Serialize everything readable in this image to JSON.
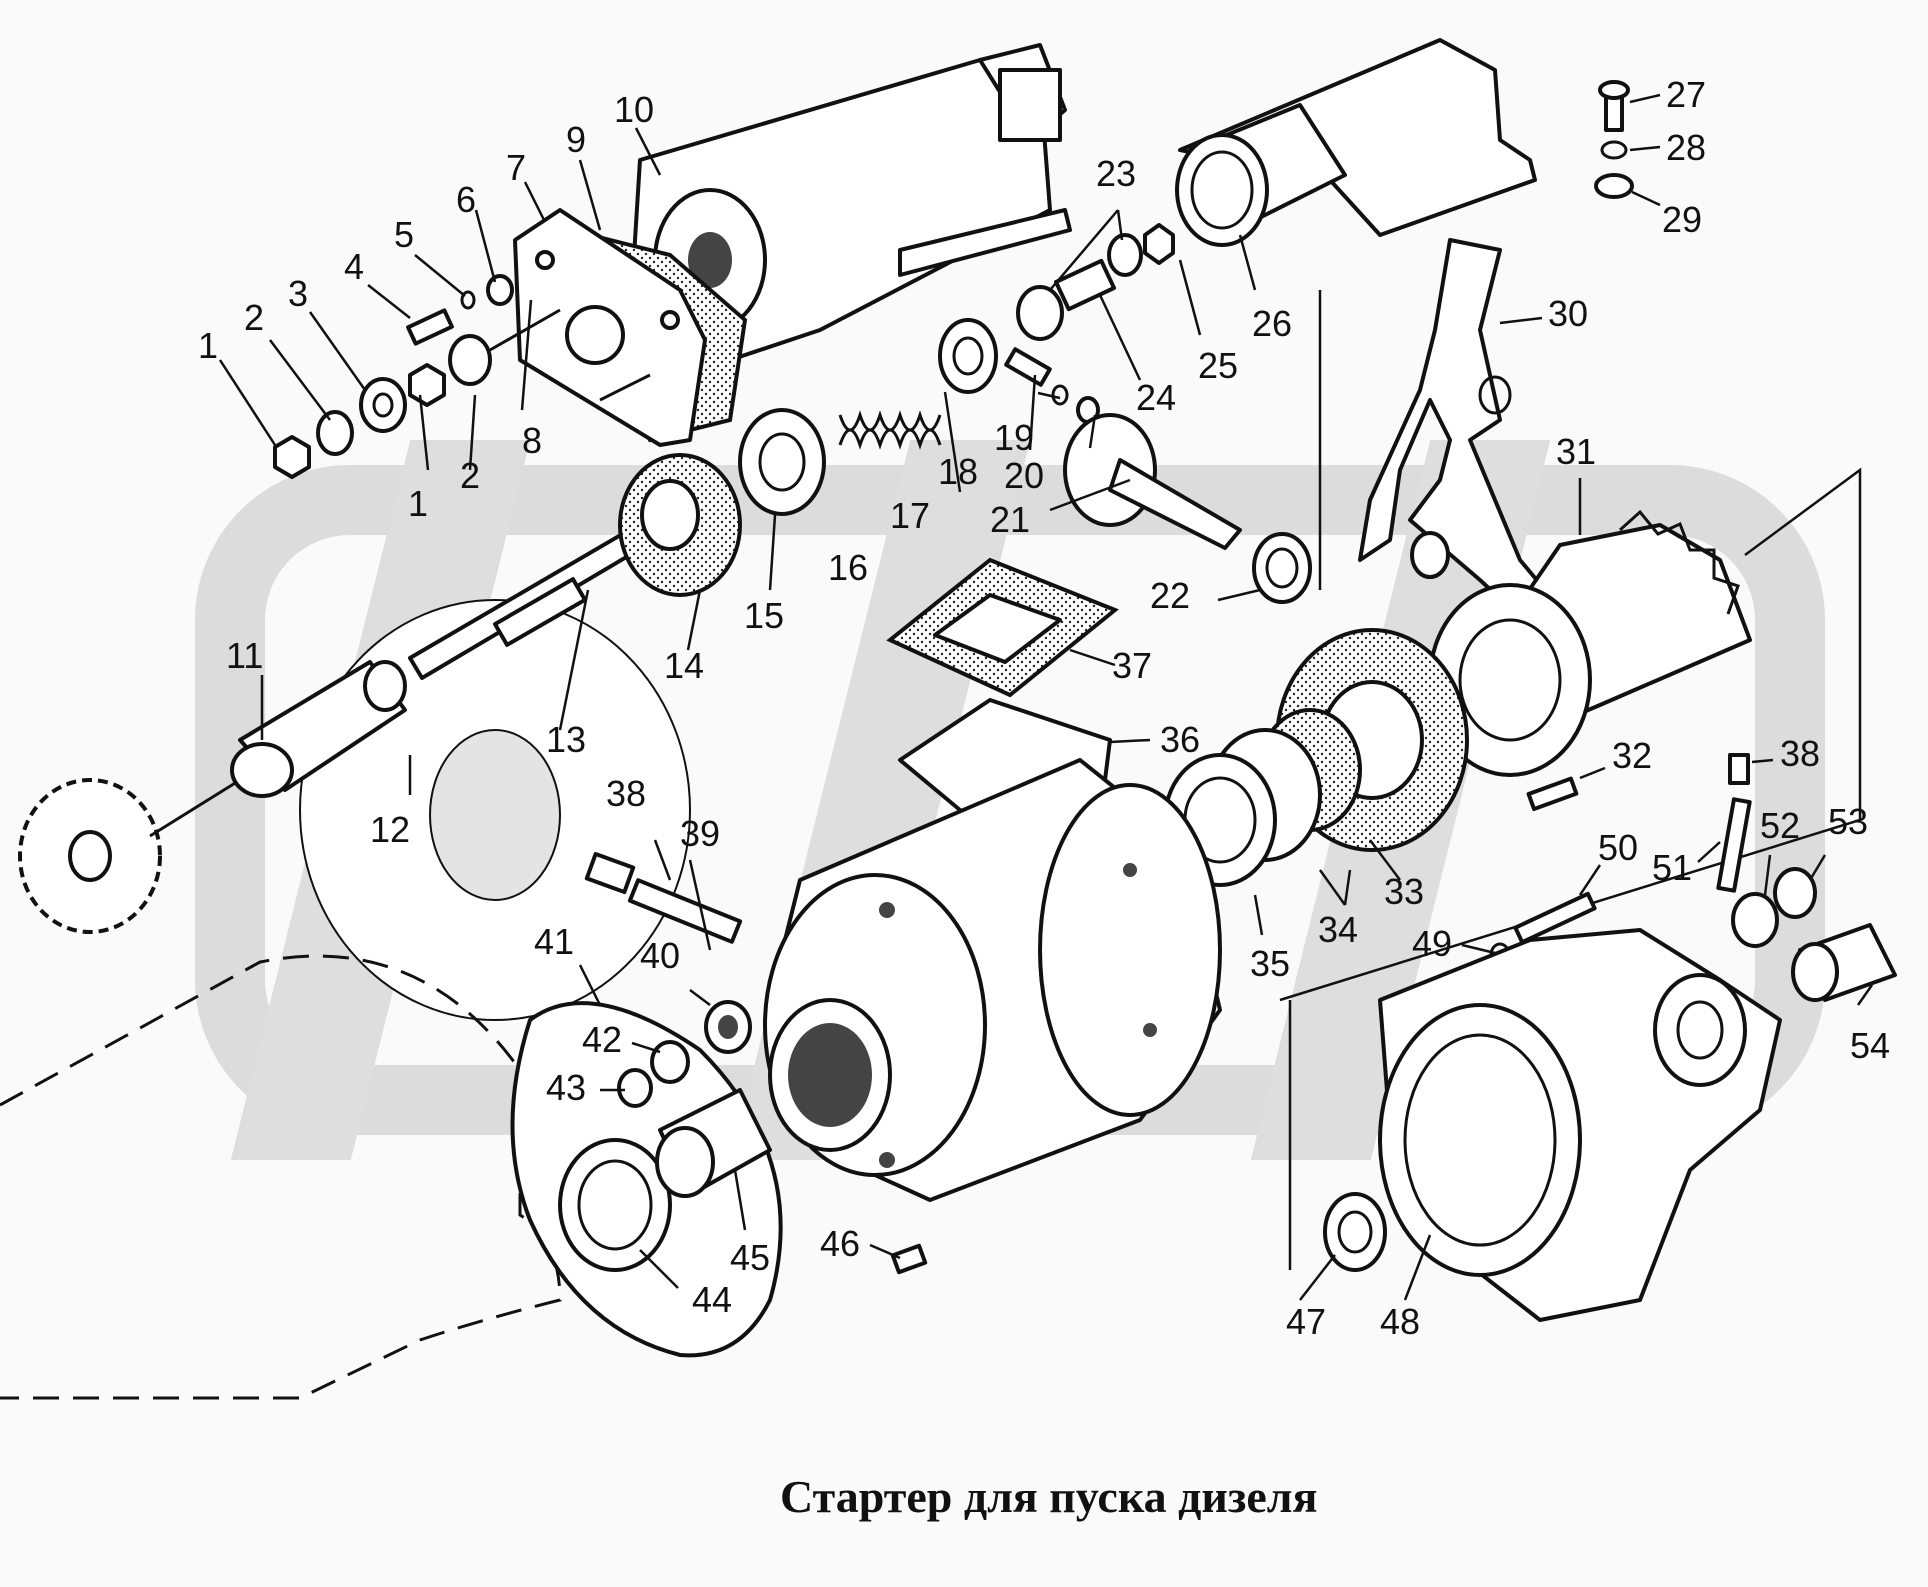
{
  "title": "Стартер для пуска дизеля",
  "callouts": [
    {
      "id": "c1a",
      "text": "1"
    },
    {
      "id": "c1b",
      "text": "1"
    },
    {
      "id": "c2a",
      "text": "2"
    },
    {
      "id": "c2b",
      "text": "2"
    },
    {
      "id": "c3",
      "text": "3"
    },
    {
      "id": "c4",
      "text": "4"
    },
    {
      "id": "c5",
      "text": "5"
    },
    {
      "id": "c6",
      "text": "6"
    },
    {
      "id": "c7",
      "text": "7"
    },
    {
      "id": "c8",
      "text": "8"
    },
    {
      "id": "c9",
      "text": "9"
    },
    {
      "id": "c10",
      "text": "10"
    },
    {
      "id": "c11",
      "text": "11"
    },
    {
      "id": "c12",
      "text": "12"
    },
    {
      "id": "c13",
      "text": "13"
    },
    {
      "id": "c14",
      "text": "14"
    },
    {
      "id": "c15",
      "text": "15"
    },
    {
      "id": "c16",
      "text": "16"
    },
    {
      "id": "c17",
      "text": "17"
    },
    {
      "id": "c18",
      "text": "18"
    },
    {
      "id": "c19",
      "text": "19"
    },
    {
      "id": "c20",
      "text": "20"
    },
    {
      "id": "c21",
      "text": "21"
    },
    {
      "id": "c22",
      "text": "22"
    },
    {
      "id": "c23",
      "text": "23"
    },
    {
      "id": "c24",
      "text": "24"
    },
    {
      "id": "c25",
      "text": "25"
    },
    {
      "id": "c26",
      "text": "26"
    },
    {
      "id": "c27",
      "text": "27"
    },
    {
      "id": "c28",
      "text": "28"
    },
    {
      "id": "c29",
      "text": "29"
    },
    {
      "id": "c30",
      "text": "30"
    },
    {
      "id": "c31",
      "text": "31"
    },
    {
      "id": "c32",
      "text": "32"
    },
    {
      "id": "c33",
      "text": "33"
    },
    {
      "id": "c34",
      "text": "34"
    },
    {
      "id": "c35",
      "text": "35"
    },
    {
      "id": "c36",
      "text": "36"
    },
    {
      "id": "c37",
      "text": "37"
    },
    {
      "id": "c38a",
      "text": "38"
    },
    {
      "id": "c38b",
      "text": "38"
    },
    {
      "id": "c39",
      "text": "39"
    },
    {
      "id": "c40",
      "text": "40"
    },
    {
      "id": "c41",
      "text": "41"
    },
    {
      "id": "c42",
      "text": "42"
    },
    {
      "id": "c43",
      "text": "43"
    },
    {
      "id": "c44",
      "text": "44"
    },
    {
      "id": "c45",
      "text": "45"
    },
    {
      "id": "c46",
      "text": "46"
    },
    {
      "id": "c47",
      "text": "47"
    },
    {
      "id": "c48",
      "text": "48"
    },
    {
      "id": "c49",
      "text": "49"
    },
    {
      "id": "c50",
      "text": "50"
    },
    {
      "id": "c51",
      "text": "51"
    },
    {
      "id": "c52",
      "text": "52"
    },
    {
      "id": "c53",
      "text": "53"
    },
    {
      "id": "c54",
      "text": "54"
    }
  ]
}
